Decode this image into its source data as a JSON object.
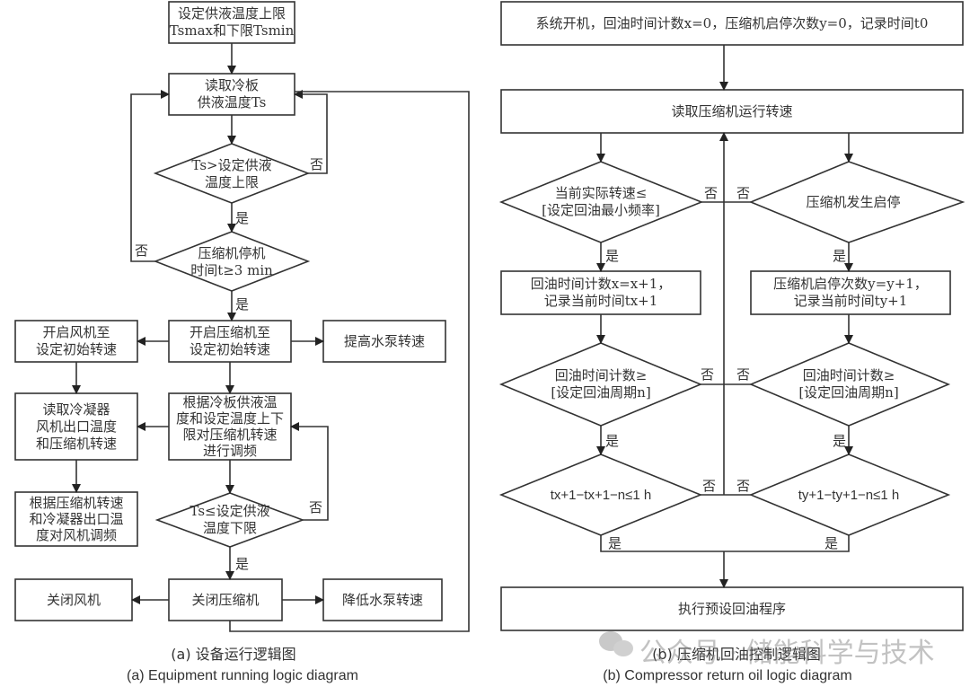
{
  "diagram_a": {
    "caption_zh": "(a) 设备运行逻辑图",
    "caption_en": "(a) Equipment running logic diagram",
    "nodes": {
      "set_limits": "设定供液温度上限\nTsmax和下限Tsmin",
      "read_ts": "读取冷板\n供液温度Ts",
      "cond_ts_upper": "Ts>设定供液\n温度上限",
      "cond_stop_time": "压缩机停机\n时间t≥3 min",
      "start_compressor": "开启压缩机至\n设定初始转速",
      "start_fan": "开启风机至\n设定初始转速",
      "raise_pump": "提高水泵转速",
      "adjust_compressor": "根据冷板供液温\n度和设定温度上下\n限对压缩机转速\n进行调频",
      "read_condenser": "读取冷凝器\n风机出口温度\n和压缩机转速",
      "adjust_fan": "根据压缩机转速\n和冷凝器出口温\n度对风机调频",
      "cond_ts_lower": "Ts≤设定供液\n温度下限",
      "close_compressor": "关闭压缩机",
      "close_fan": "关闭风机",
      "lower_pump": "降低水泵转速"
    },
    "labels": {
      "yes": "是",
      "no": "否"
    }
  },
  "diagram_b": {
    "caption_zh": "(b) 压缩机回油控制逻辑图",
    "caption_en": "(b) Compressor return oil logic diagram",
    "nodes": {
      "start": "系统开机，回油时间计数x=0，压缩机启停次数y=0，记录时间t0",
      "read_speed": "读取压缩机运行转速",
      "cond_speed": "当前实际转速≤\n[设定回油最小频率]",
      "cond_startstop": "压缩机发生启停",
      "inc_x": "回油时间计数x=x+1，\n记录当前时间tx+1",
      "inc_y": "压缩机启停次数y=y+1，\n记录当前时间ty+1",
      "cond_period_left": "回油时间计数≥\n[设定回油周期n]",
      "cond_period_right": "回油时间计数≥\n[设定回油周期n]",
      "cond_time_left": "tx+1−tx+1−n≤1 h",
      "cond_time_right": "ty+1−ty+1−n≤1 h",
      "execute": "执行预设回油程序"
    },
    "labels": {
      "yes": "是",
      "no": "否"
    }
  },
  "watermark": {
    "text": "公众号 · 储能科学与技术",
    "icon": "wechat-icon"
  }
}
